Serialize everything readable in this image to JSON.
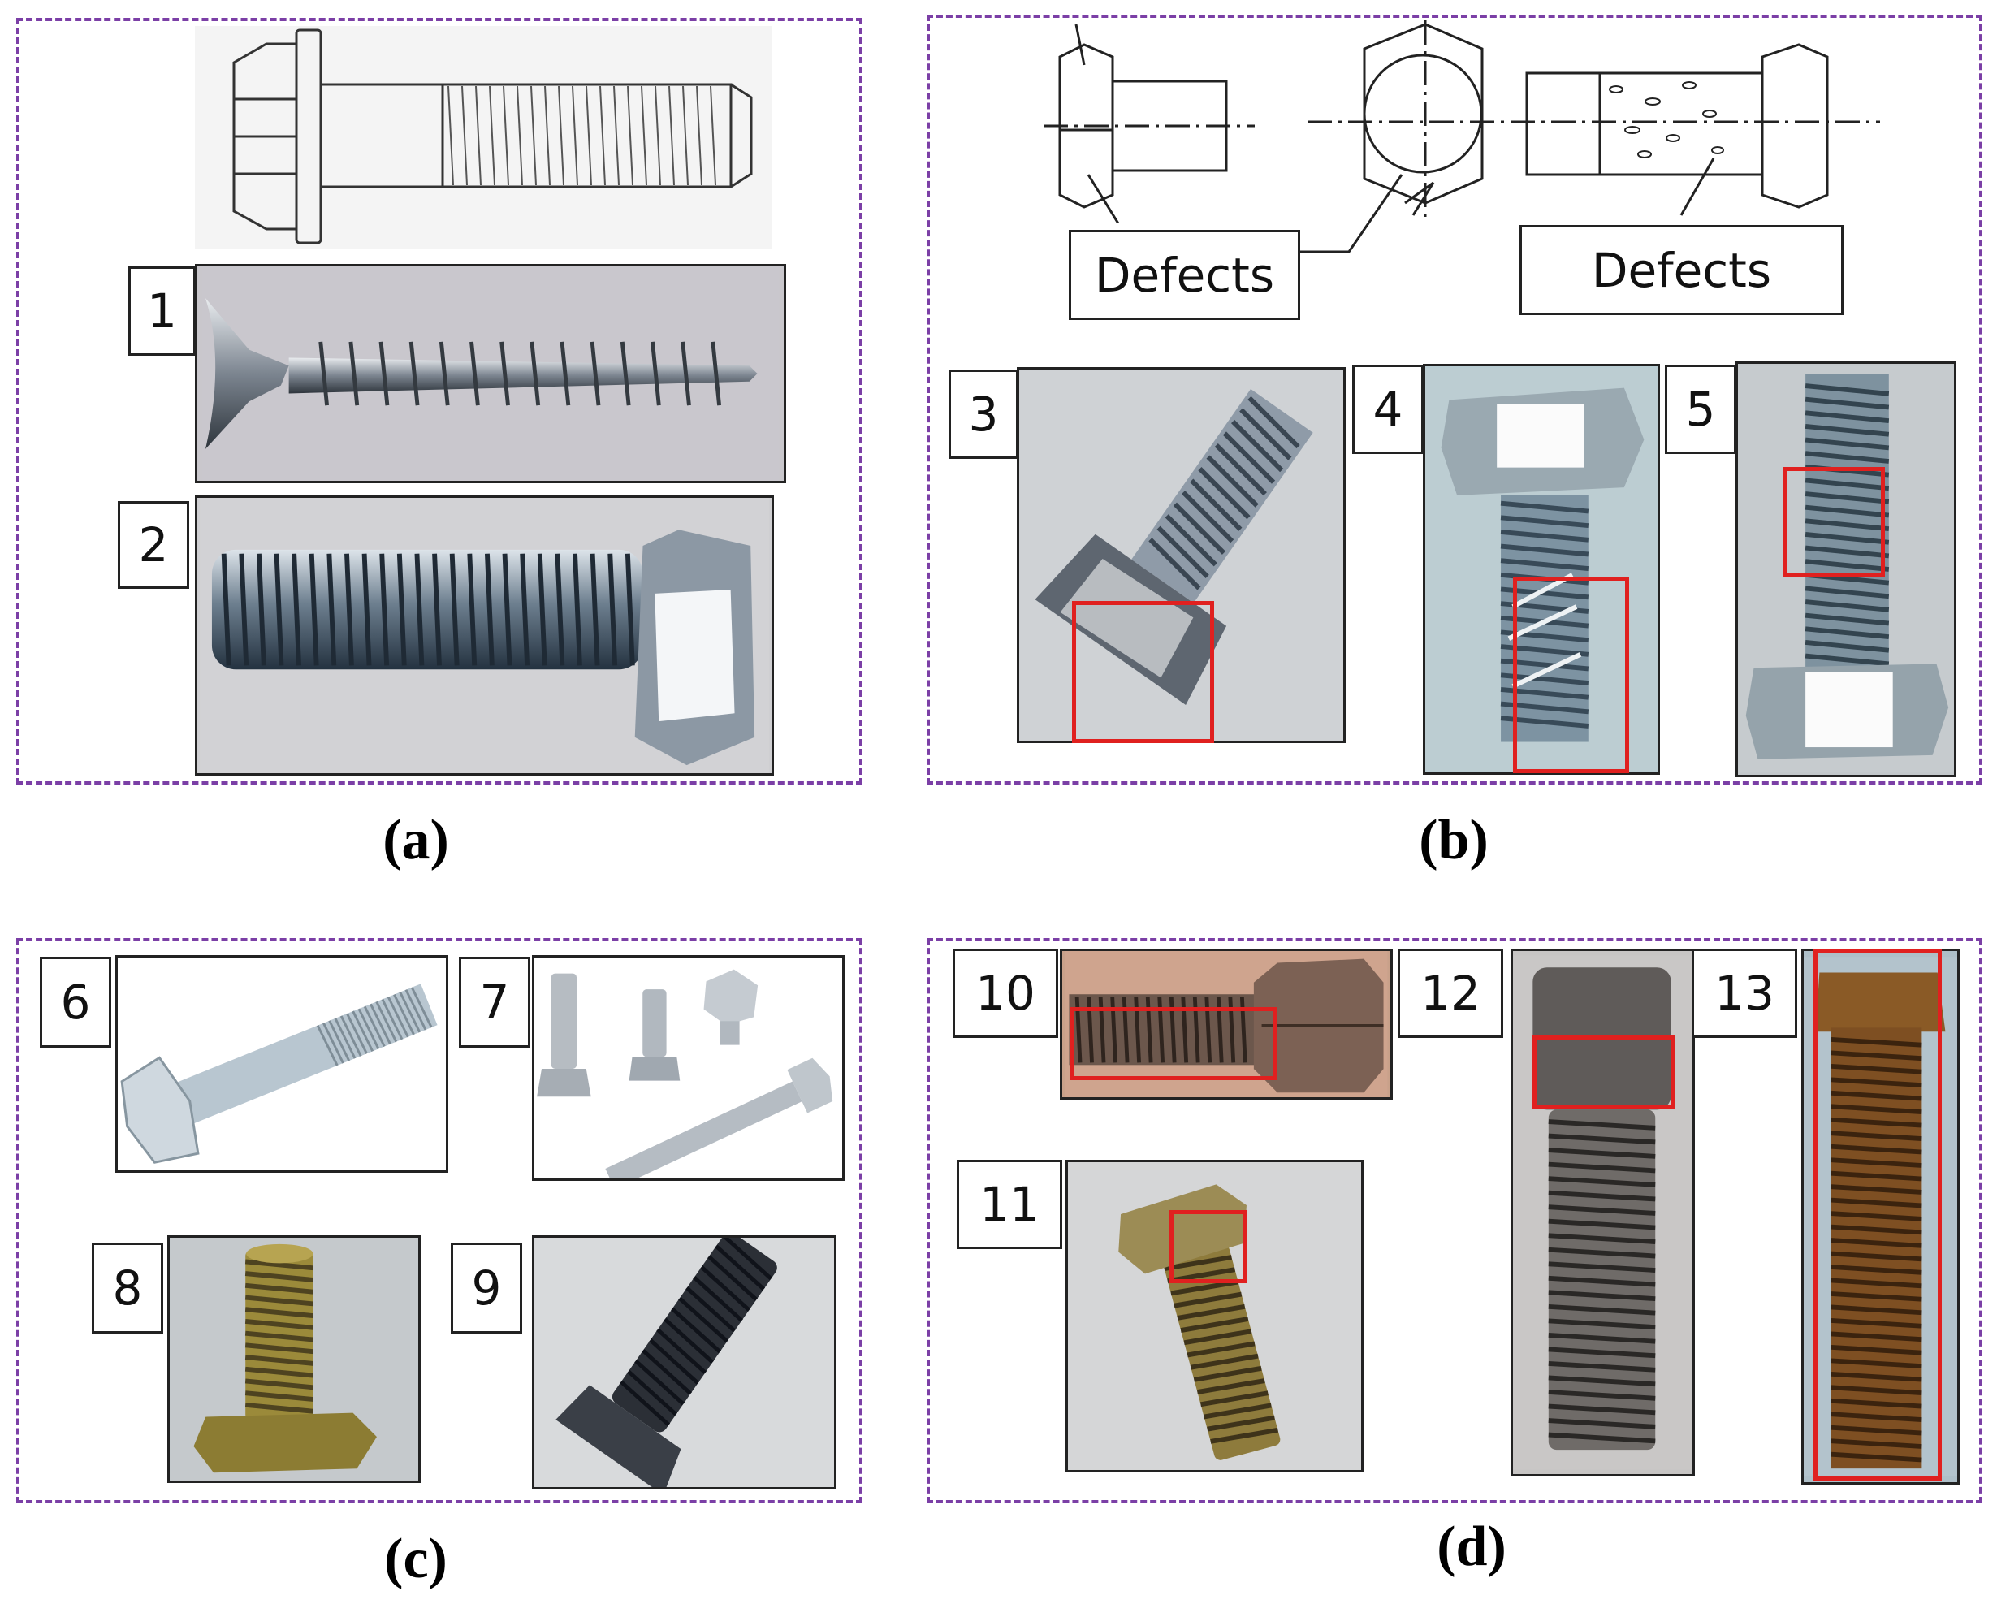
{
  "captions": {
    "a": "(a)",
    "b": "(b)",
    "c": "(c)",
    "d": "(d)"
  },
  "defect_labels": [
    "Defects",
    "Defects"
  ],
  "sample_labels": [
    "1",
    "2",
    "3",
    "4",
    "5",
    "6",
    "7",
    "8",
    "9",
    "10",
    "11",
    "12",
    "13"
  ],
  "colors": {
    "panel_border": "#7b3fa6",
    "highlight": "#e0201f"
  }
}
